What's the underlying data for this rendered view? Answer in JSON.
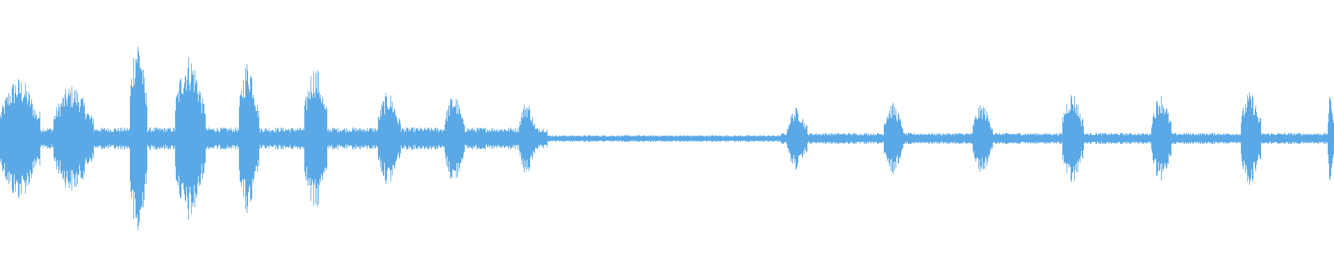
{
  "waveform": {
    "color": "#5aa9e6",
    "background": "#ffffff",
    "duration_fraction_note": "",
    "segments": [
      {
        "start": 0.0,
        "end": 0.03,
        "amp": 0.55
      },
      {
        "start": 0.04,
        "end": 0.07,
        "amp": 0.48
      },
      {
        "start": 0.097,
        "end": 0.11,
        "amp": 0.95
      },
      {
        "start": 0.131,
        "end": 0.154,
        "amp": 0.76
      },
      {
        "start": 0.179,
        "end": 0.194,
        "amp": 0.72
      },
      {
        "start": 0.228,
        "end": 0.245,
        "amp": 0.66
      },
      {
        "start": 0.283,
        "end": 0.3,
        "amp": 0.42
      },
      {
        "start": 0.333,
        "end": 0.348,
        "amp": 0.4
      },
      {
        "start": 0.389,
        "end": 0.401,
        "amp": 0.34
      },
      {
        "start": 0.59,
        "end": 0.605,
        "amp": 0.28
      },
      {
        "start": 0.662,
        "end": 0.677,
        "amp": 0.32
      },
      {
        "start": 0.729,
        "end": 0.744,
        "amp": 0.31
      },
      {
        "start": 0.796,
        "end": 0.812,
        "amp": 0.42
      },
      {
        "start": 0.863,
        "end": 0.878,
        "amp": 0.4
      },
      {
        "start": 0.93,
        "end": 0.945,
        "amp": 0.42
      },
      {
        "start": 0.995,
        "end": 1.0,
        "amp": 0.4
      }
    ],
    "noise_floor": [
      {
        "start": 0.0,
        "end": 0.41,
        "amp": 0.1
      },
      {
        "start": 0.41,
        "end": 0.585,
        "amp": 0.03
      },
      {
        "start": 0.585,
        "end": 1.0,
        "amp": 0.05
      }
    ]
  }
}
